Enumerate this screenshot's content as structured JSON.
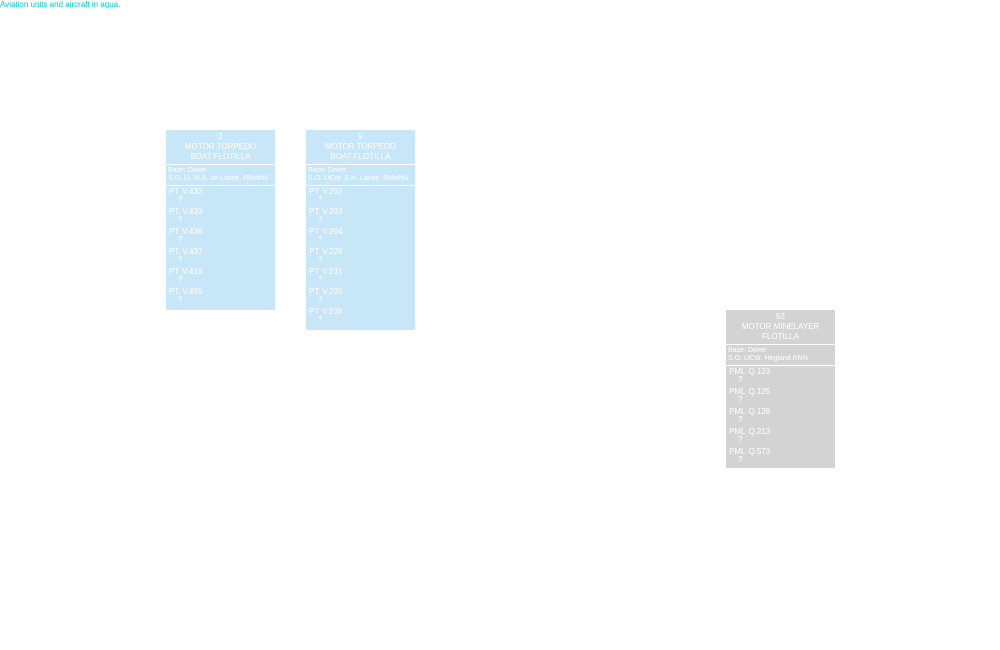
{
  "note": {
    "text": "Aviation units and aircraft in aqua.",
    "color": "#00cccc"
  },
  "units": [
    {
      "number": "2",
      "title_line1": "MOTOR TORPEDO",
      "title_line2": "BOAT FLOTILLA",
      "base": "Base: Dover",
      "so": "S.O. Lt. W.A. de Looze, RNethN",
      "color": "#c7e6f7",
      "vessels": [
        {
          "type": "PT",
          "name": "V.432",
          "cmd": "?"
        },
        {
          "type": "PT",
          "name": "V.433",
          "cmd": "?"
        },
        {
          "type": "PT",
          "name": "V.436",
          "cmd": "?"
        },
        {
          "type": "PT",
          "name": "V.437",
          "cmd": "?"
        },
        {
          "type": "PT",
          "name": "V.418",
          "cmd": "?"
        },
        {
          "type": "PT",
          "name": "V.435",
          "cmd": "?"
        }
      ]
    },
    {
      "number": "9",
      "title_line1": "MOTOR TORPEDO",
      "title_line2": "BOAT FLOTILLA",
      "base": "Base: Dover",
      "so": "S.O. LtCdr. E.H. Larive, RNethN",
      "color": "#c7e6f7",
      "vessels": [
        {
          "type": "PT",
          "name": "V.202",
          "cmd": "?"
        },
        {
          "type": "PT",
          "name": "V.203",
          "cmd": "?"
        },
        {
          "type": "PT",
          "name": "V.204",
          "cmd": "?"
        },
        {
          "type": "PT",
          "name": "V.229",
          "cmd": "?"
        },
        {
          "type": "PT",
          "name": "V.231",
          "cmd": "?"
        },
        {
          "type": "PT",
          "name": "V.235",
          "cmd": "?"
        },
        {
          "type": "PT",
          "name": "V.236",
          "cmd": "?"
        }
      ]
    },
    {
      "number": "52",
      "title_line1": "MOTOR MINELAYER",
      "title_line2": "FLOTILLA",
      "base": "Base: Dover",
      "so": "S.O. LtCdr. Hegland RNN",
      "color": "#d3d3d3",
      "vessels": [
        {
          "type": "PML",
          "name": "Q.123",
          "cmd": "?"
        },
        {
          "type": "PML",
          "name": "Q.125",
          "cmd": "?"
        },
        {
          "type": "PML",
          "name": "Q.128",
          "cmd": "?"
        },
        {
          "type": "PML",
          "name": "Q.213",
          "cmd": "?"
        },
        {
          "type": "PML",
          "name": "Q.573",
          "cmd": "?"
        }
      ]
    }
  ]
}
